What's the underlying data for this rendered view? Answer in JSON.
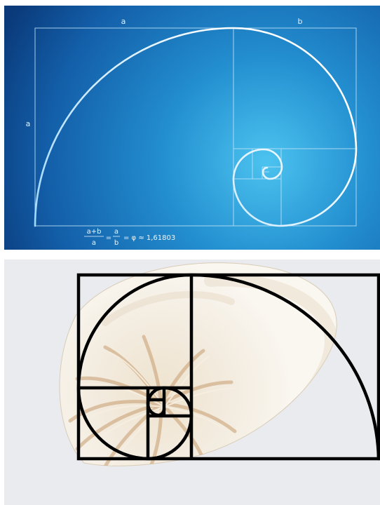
{
  "top_diagram": {
    "label_a_top": "a",
    "label_b_top": "b",
    "label_a_left": "a",
    "formula": {
      "frac1_num": "a+b",
      "frac1_den": "a",
      "eq1": "=",
      "frac2_num": "a",
      "frac2_den": "b",
      "tail": "= φ ≈ 1,61803"
    },
    "colors": {
      "bg_dark": "#0b3c7a",
      "bg_mid": "#1667ad",
      "bg_light": "#3fb2e6",
      "lines": "#bfe3f7",
      "spiral": "#ffffff"
    }
  },
  "bottom_image": {
    "subject": "nautilus shell",
    "colors": {
      "background": "#e9ebee",
      "shell_light": "#f4efe6",
      "shell_cream": "#e9d8bf",
      "shell_tan": "#c99c6b",
      "overlay": "#000000"
    }
  }
}
